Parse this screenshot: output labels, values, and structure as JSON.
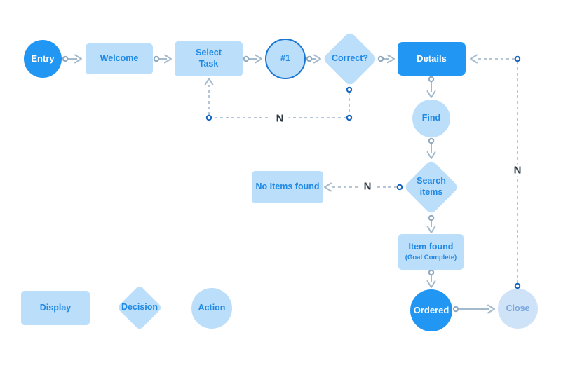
{
  "colors": {
    "background": "#ffffff",
    "primary_fill": "#2196F3",
    "light_fill": "#BBDEFB",
    "pale_fill": "#CFE3F8",
    "node_text": "#1E88E5",
    "outline_stroke": "#1976D2",
    "flow_line": "#A3BACD",
    "dashed_line": "#B7C6D6",
    "ring_blue": "#1565C0",
    "edge_label_text": "#2B3945"
  },
  "nodes": {
    "entry": {
      "label": "Entry",
      "shape": "circle",
      "style": "primary"
    },
    "welcome": {
      "label": "Welcome",
      "shape": "rect",
      "style": "light"
    },
    "select_task": {
      "label": "Select Task",
      "shape": "rect",
      "style": "light"
    },
    "step1": {
      "label": "#1",
      "shape": "circle",
      "style": "outlined"
    },
    "correct": {
      "label": "Correct?",
      "shape": "diamond",
      "style": "light"
    },
    "details": {
      "label": "Details",
      "shape": "rect",
      "style": "primary"
    },
    "find": {
      "label": "Find",
      "shape": "circle",
      "style": "light"
    },
    "search_items": {
      "label": "Search items",
      "shape": "diamond",
      "style": "light"
    },
    "no_items_found": {
      "label": "No Items found",
      "shape": "rect",
      "style": "light"
    },
    "item_found": {
      "label": "Item found",
      "sublabel": "(Goal Complete)",
      "shape": "rect",
      "style": "light"
    },
    "ordered": {
      "label": "Ordered",
      "shape": "circle",
      "style": "primary"
    },
    "close": {
      "label": "Close",
      "shape": "circle",
      "style": "pale"
    }
  },
  "edge_labels": {
    "correct_no": "N",
    "search_no": "N",
    "close_loop": "N"
  },
  "legend": {
    "display": "Display",
    "decision": "Decision",
    "action": "Action"
  }
}
